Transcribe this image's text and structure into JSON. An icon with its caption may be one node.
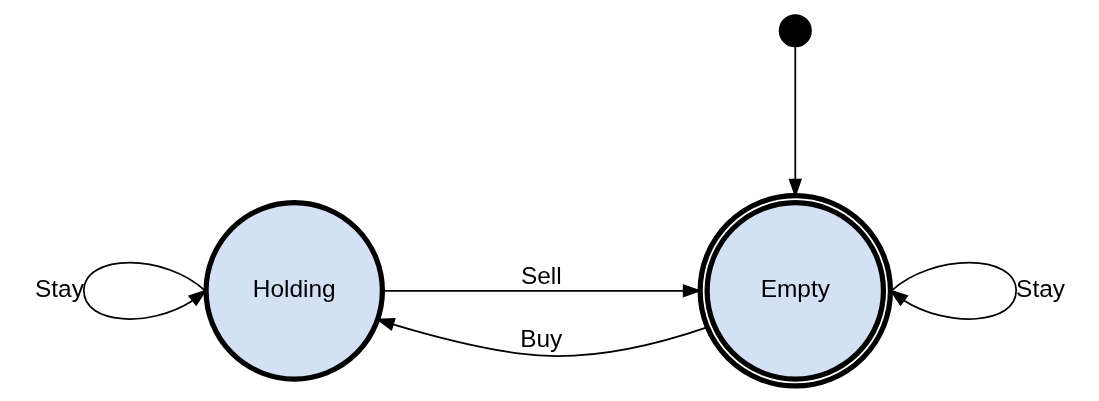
{
  "diagram": {
    "nodes": [
      {
        "text": [
          "Holding"
        ]
      },
      {
        "text": [
          "Empty"
        ]
      },
      {
        "text": [],
        "shape": "circle"
      }
    ],
    "edges": [
      {
        "from": 0,
        "to": 0,
        "arrow": "to",
        "label": "Stay"
      },
      {
        "from": 1,
        "to": 0,
        "arrow": "to",
        "label": "Buy"
      },
      {
        "from": 0,
        "to": 1,
        "arrow": "to",
        "label": "Sell"
      },
      {
        "from": 1,
        "to": 1,
        "arrow": "to",
        "label": "Stay"
      },
      {
        "from": 2,
        "to": 1,
        "arrow": "to"
      }
    ]
  }
}
